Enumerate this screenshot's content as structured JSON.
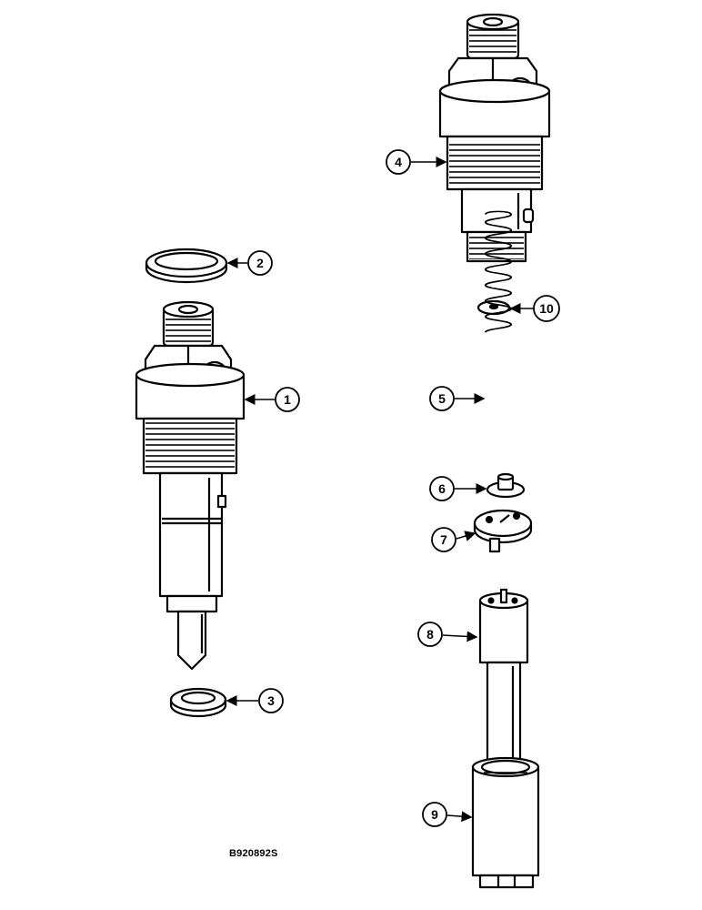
{
  "diagram": {
    "parts": [
      {
        "id": "1",
        "name": "injector-assembly"
      },
      {
        "id": "2",
        "name": "seal-ring-upper"
      },
      {
        "id": "3",
        "name": "seal-washer-lower"
      },
      {
        "id": "4",
        "name": "injector-body"
      },
      {
        "id": "5",
        "name": "spring"
      },
      {
        "id": "6",
        "name": "spring-seat"
      },
      {
        "id": "7",
        "name": "spacer-plate"
      },
      {
        "id": "8",
        "name": "nozzle"
      },
      {
        "id": "9",
        "name": "nozzle-nut"
      },
      {
        "id": "10",
        "name": "shim"
      }
    ],
    "figure_id": "B920892S"
  }
}
